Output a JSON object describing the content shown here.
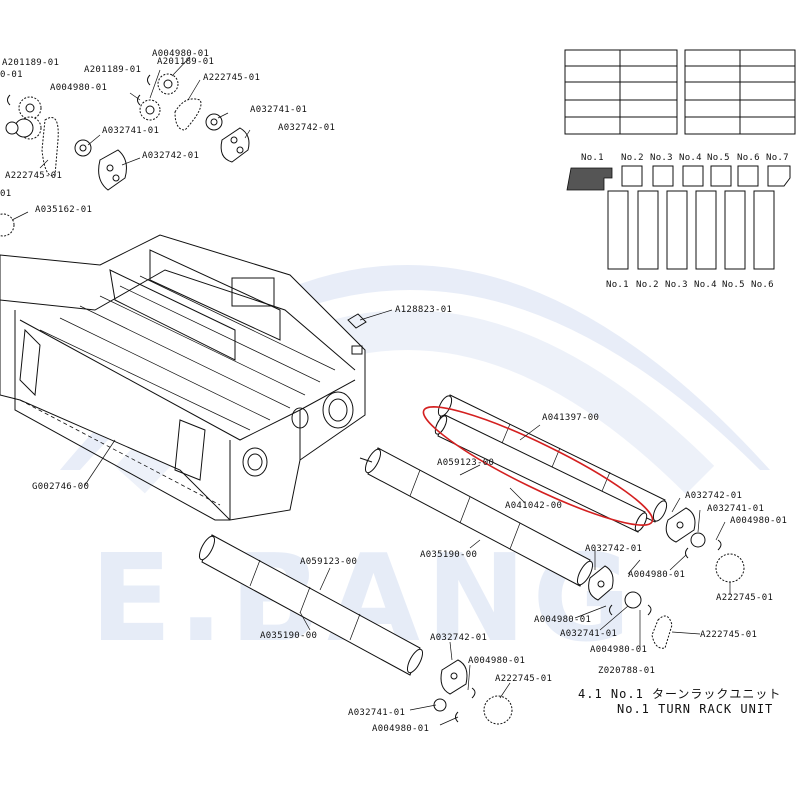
{
  "diagram": {
    "title_line1": "4.1 No.1 ターンラックユニット",
    "title_line2": "No.1 TURN RACK UNIT",
    "assembly_code": "Z020788-01",
    "watermark": "E.BANG",
    "highlight_color": "#d42020",
    "watermark_color": "#4a74c9",
    "labels": [
      {
        "id": "l1",
        "text": "A004980-01"
      },
      {
        "id": "l2",
        "text": "A201189-01"
      },
      {
        "id": "l3",
        "text": "A201189-01"
      },
      {
        "id": "l4",
        "text": "A201189-01"
      },
      {
        "id": "l5",
        "text": "0-01"
      },
      {
        "id": "l6",
        "text": "A004980-01"
      },
      {
        "id": "l7",
        "text": "A222745-01"
      },
      {
        "id": "l8",
        "text": "A032741-01"
      },
      {
        "id": "l9",
        "text": "A032742-01"
      },
      {
        "id": "l10",
        "text": "A032741-01"
      },
      {
        "id": "l11",
        "text": "A032742-01"
      },
      {
        "id": "l12",
        "text": "A222745-01"
      },
      {
        "id": "l13",
        "text": "01"
      },
      {
        "id": "l14",
        "text": "A035162-01"
      },
      {
        "id": "l15",
        "text": "A128823-01"
      },
      {
        "id": "l16",
        "text": "A041397-00"
      },
      {
        "id": "l17",
        "text": "A059123-00"
      },
      {
        "id": "l18",
        "text": "A041042-00"
      },
      {
        "id": "l19",
        "text": "G002746-00"
      },
      {
        "id": "l20",
        "text": "A032742-01"
      },
      {
        "id": "l21",
        "text": "A032741-01"
      },
      {
        "id": "l22",
        "text": "A004980-01"
      },
      {
        "id": "l23",
        "text": "A035190-00"
      },
      {
        "id": "l24",
        "text": "A032742-01"
      },
      {
        "id": "l25",
        "text": "A004980-01"
      },
      {
        "id": "l26",
        "text": "A059123-00"
      },
      {
        "id": "l27",
        "text": "A222745-01"
      },
      {
        "id": "l28",
        "text": "A004980-01"
      },
      {
        "id": "l29",
        "text": "A032741-01"
      },
      {
        "id": "l30",
        "text": "A222745-01"
      },
      {
        "id": "l31",
        "text": "A004980-01"
      },
      {
        "id": "l32",
        "text": "A035190-00"
      },
      {
        "id": "l33",
        "text": "A032742-01"
      },
      {
        "id": "l34",
        "text": "A004980-01"
      },
      {
        "id": "l35",
        "text": "A222745-01"
      },
      {
        "id": "l36",
        "text": "A032741-01"
      },
      {
        "id": "l37",
        "text": "A004980-01"
      }
    ],
    "legend": {
      "top_labels": [
        "No.1",
        "No.2",
        "No.3",
        "No.4",
        "No.5",
        "No.6",
        "No.7"
      ],
      "bottom_labels": [
        "No.1",
        "No.2",
        "No.3",
        "No.4",
        "No.5",
        "No.6"
      ]
    }
  }
}
